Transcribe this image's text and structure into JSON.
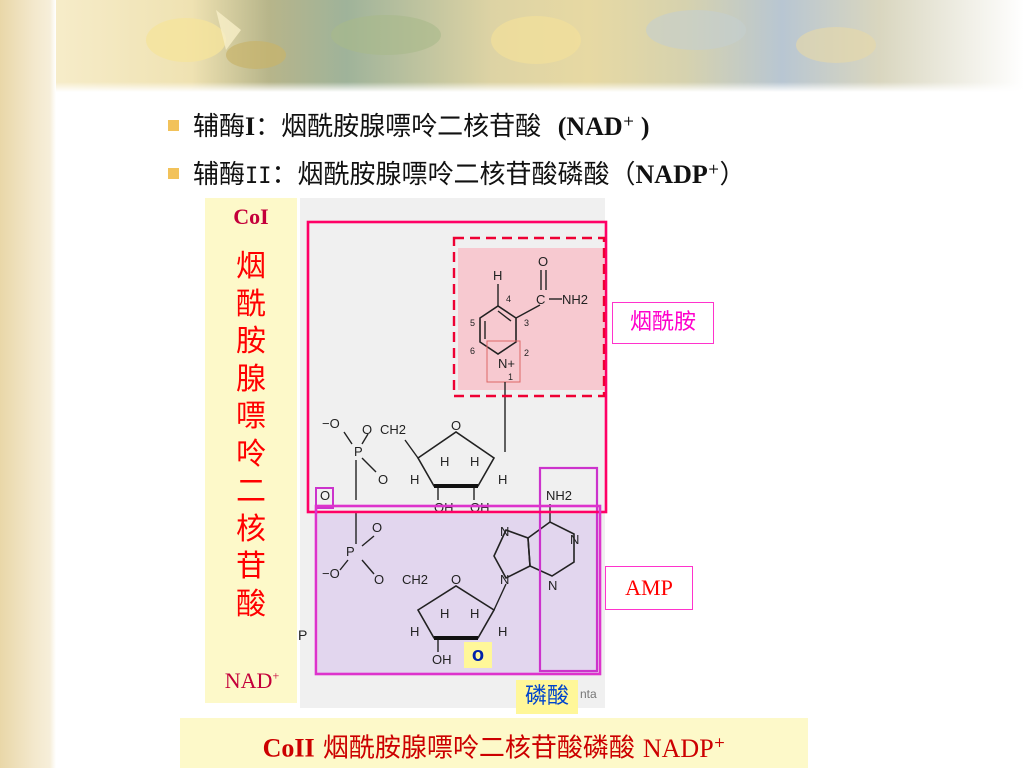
{
  "bullets": [
    {
      "prefix": "辅酶",
      "bold": "I",
      "text": "：烟酰胺腺嘌呤二核苷酸",
      "formula": "(NAD",
      "sup": "+",
      "close": " )"
    },
    {
      "prefix": "辅酶",
      "bold": "II",
      "text": "：烟酰胺腺嘌呤二核苷酸磷酸（",
      "formula": "NADP",
      "sup": "+",
      "close": "）"
    }
  ],
  "coi": {
    "title": "CoI",
    "vertical_chars": [
      "烟",
      "酰",
      "胺",
      "腺",
      "嘌",
      "呤",
      "二",
      "核",
      "苷",
      "酸"
    ],
    "nad_text": "NAD",
    "nad_sup": "+"
  },
  "labels": {
    "nicotinamide": "烟酰胺",
    "amp": "AMP",
    "phosphate": "磷酸",
    "o_badge": "o"
  },
  "coii": {
    "bold": "CoII",
    "text": " 烟酰胺腺嘌呤二核苷酸磷酸",
    "formula": "NADP",
    "sup": "+"
  },
  "structure": {
    "atoms": {
      "H": "H",
      "O": "O",
      "C": "C",
      "NH2": "NH2",
      "N": "N",
      "N_plus": "N+",
      "O_minus": "−O",
      "P": "P",
      "CH2": "CH2",
      "OH": "OH"
    },
    "ring_numbers": [
      "2",
      "3",
      "4",
      "5",
      "6",
      "1"
    ],
    "cut_text": "P",
    "cut_text_right": "nta"
  },
  "colors": {
    "box_outline": "#ff0066",
    "amp_box": "#cc33cc",
    "dashed": "#ee0033",
    "nicotinamide_fill": "#f7c9d0",
    "amp_fill": "#e2d6ee",
    "coi_bg": "#fdf9c9"
  }
}
